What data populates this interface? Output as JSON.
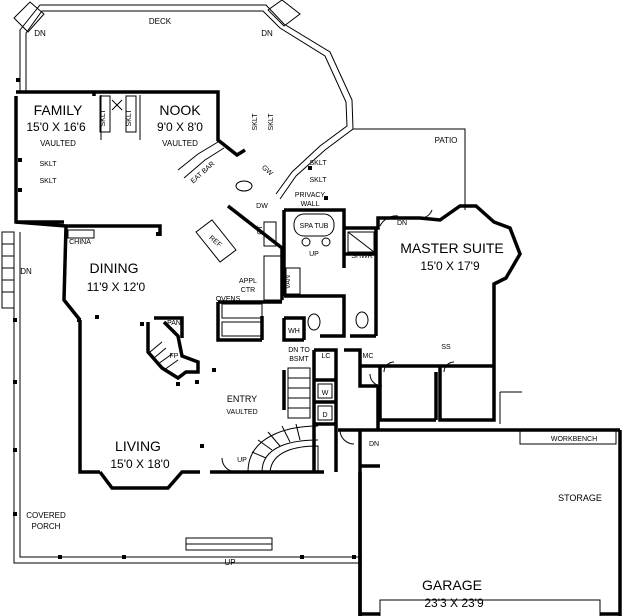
{
  "rooms": {
    "family": {
      "name": "FAMILY",
      "dims": "15'0 X 16'6",
      "note": "VAULTED"
    },
    "nook": {
      "name": "NOOK",
      "dims": "9'0 X 8'0",
      "note": "VAULTED"
    },
    "dining": {
      "name": "DINING",
      "dims": "11'9 X 12'0"
    },
    "living": {
      "name": "LIVING",
      "dims": "15'0 X 18'0"
    },
    "entry": {
      "name": "ENTRY",
      "note": "VAULTED"
    },
    "master": {
      "name": "MASTER SUITE",
      "dims": "15'0 X 17'9"
    },
    "garage": {
      "name": "GARAGE",
      "dims": "23'3 X 23'9"
    },
    "storage": {
      "name": "STORAGE"
    }
  },
  "labels": {
    "deck": "DECK",
    "patio": "PATIO",
    "dn": "DN",
    "up": "UP",
    "sklt": "SKLT",
    "eat_bar": "EAT BAR",
    "gw": "GW",
    "dw": "DW",
    "ct": "CT",
    "privacy_wall_1": "PRIVACY",
    "privacy_wall_2": "WALL",
    "spa_tub": "SPA TUB",
    "shwr": "SHWR",
    "van": "VAN",
    "china": "CHINA",
    "ref": "REF",
    "appl_1": "APPL",
    "appl_2": "CTR",
    "ovens": "OVENS",
    "pan": "PAN",
    "fp": "FP",
    "wh": "WH",
    "dn_to_1": "DN TO",
    "dn_to_2": "BSMT",
    "lc": "LC",
    "mc": "MC",
    "ss": "SS",
    "w": "W",
    "d": "D",
    "workbench": "WORKBENCH",
    "covered_1": "COVERED",
    "covered_2": "PORCH"
  }
}
